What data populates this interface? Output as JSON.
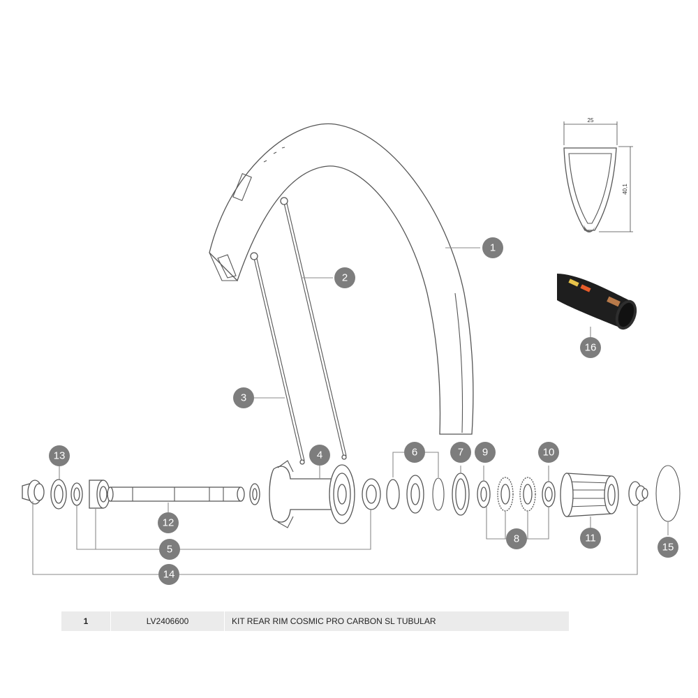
{
  "profile": {
    "width_label": "25",
    "height_label": "40,1"
  },
  "callouts": [
    "1",
    "2",
    "3",
    "4",
    "5",
    "6",
    "7",
    "8",
    "9",
    "10",
    "11",
    "12",
    "13",
    "14",
    "15",
    "16"
  ],
  "table": {
    "row": {
      "number": "1",
      "reference": "LV2406600",
      "description": "KIT REAR RIM COSMIC PRO CARBON SL TUBULAR"
    }
  },
  "colors": {
    "callout_fill": "#7d7d7d",
    "table_bg": "#ebebeb"
  }
}
